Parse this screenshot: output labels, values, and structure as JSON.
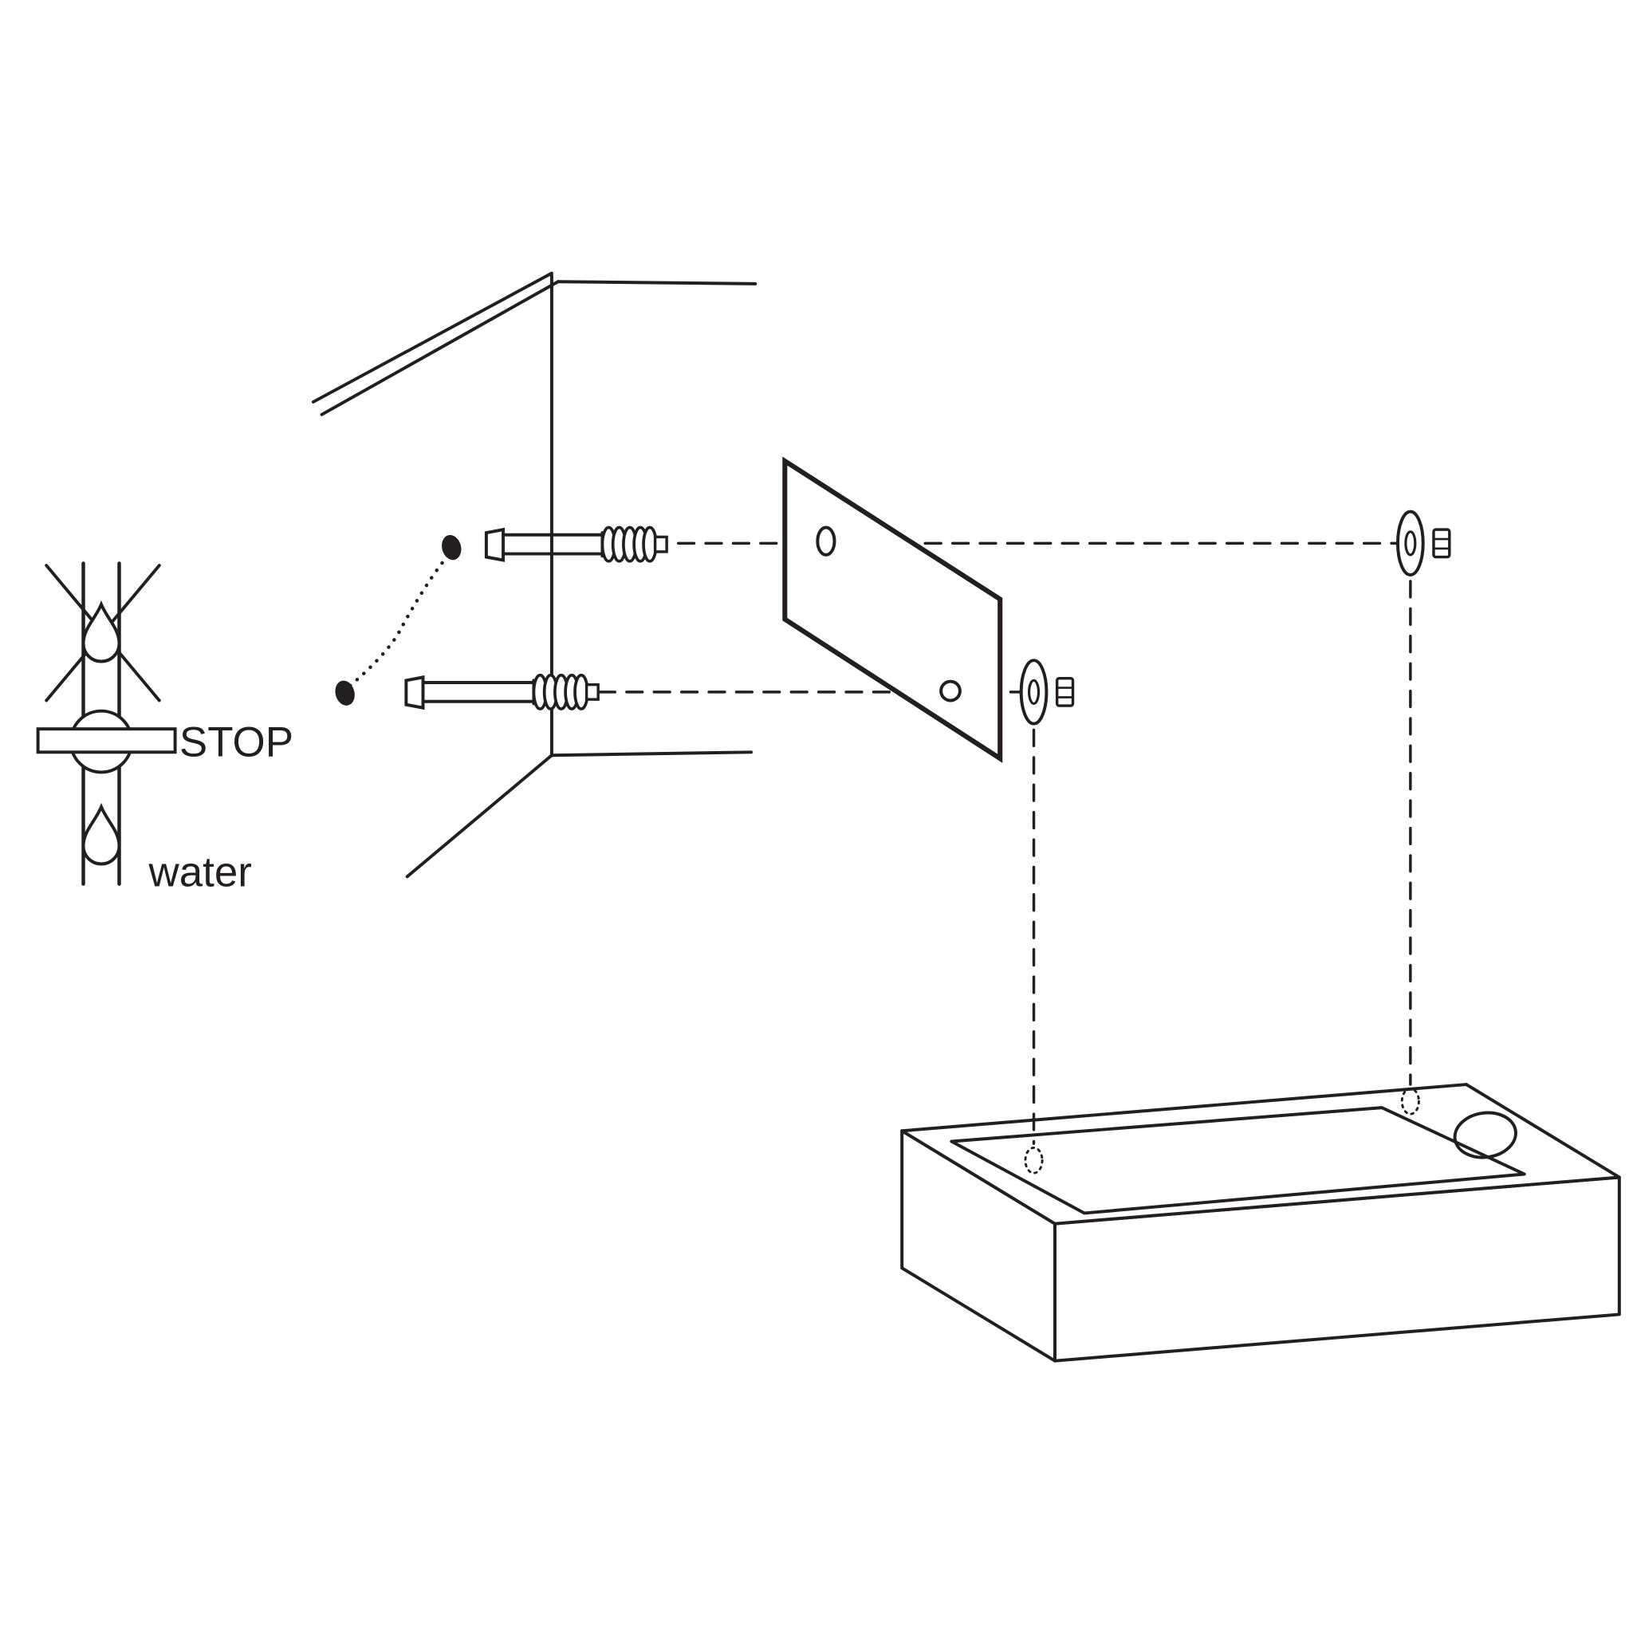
{
  "canvas": {
    "background": "#ffffff",
    "line_color": "#231f20"
  },
  "labels": {
    "stop": "STOP",
    "water": "water"
  },
  "icons": [
    "water-drop-icon",
    "no-water-cross-icon",
    "stop-valve-icon",
    "wall-corner",
    "drill-hole-marker",
    "wall-anchor-screw",
    "mounting-bracket",
    "washer-icon",
    "nut-icon",
    "alignment-dashed-line",
    "washbasin",
    "faucet-hole",
    "mounting-hole-marker"
  ]
}
